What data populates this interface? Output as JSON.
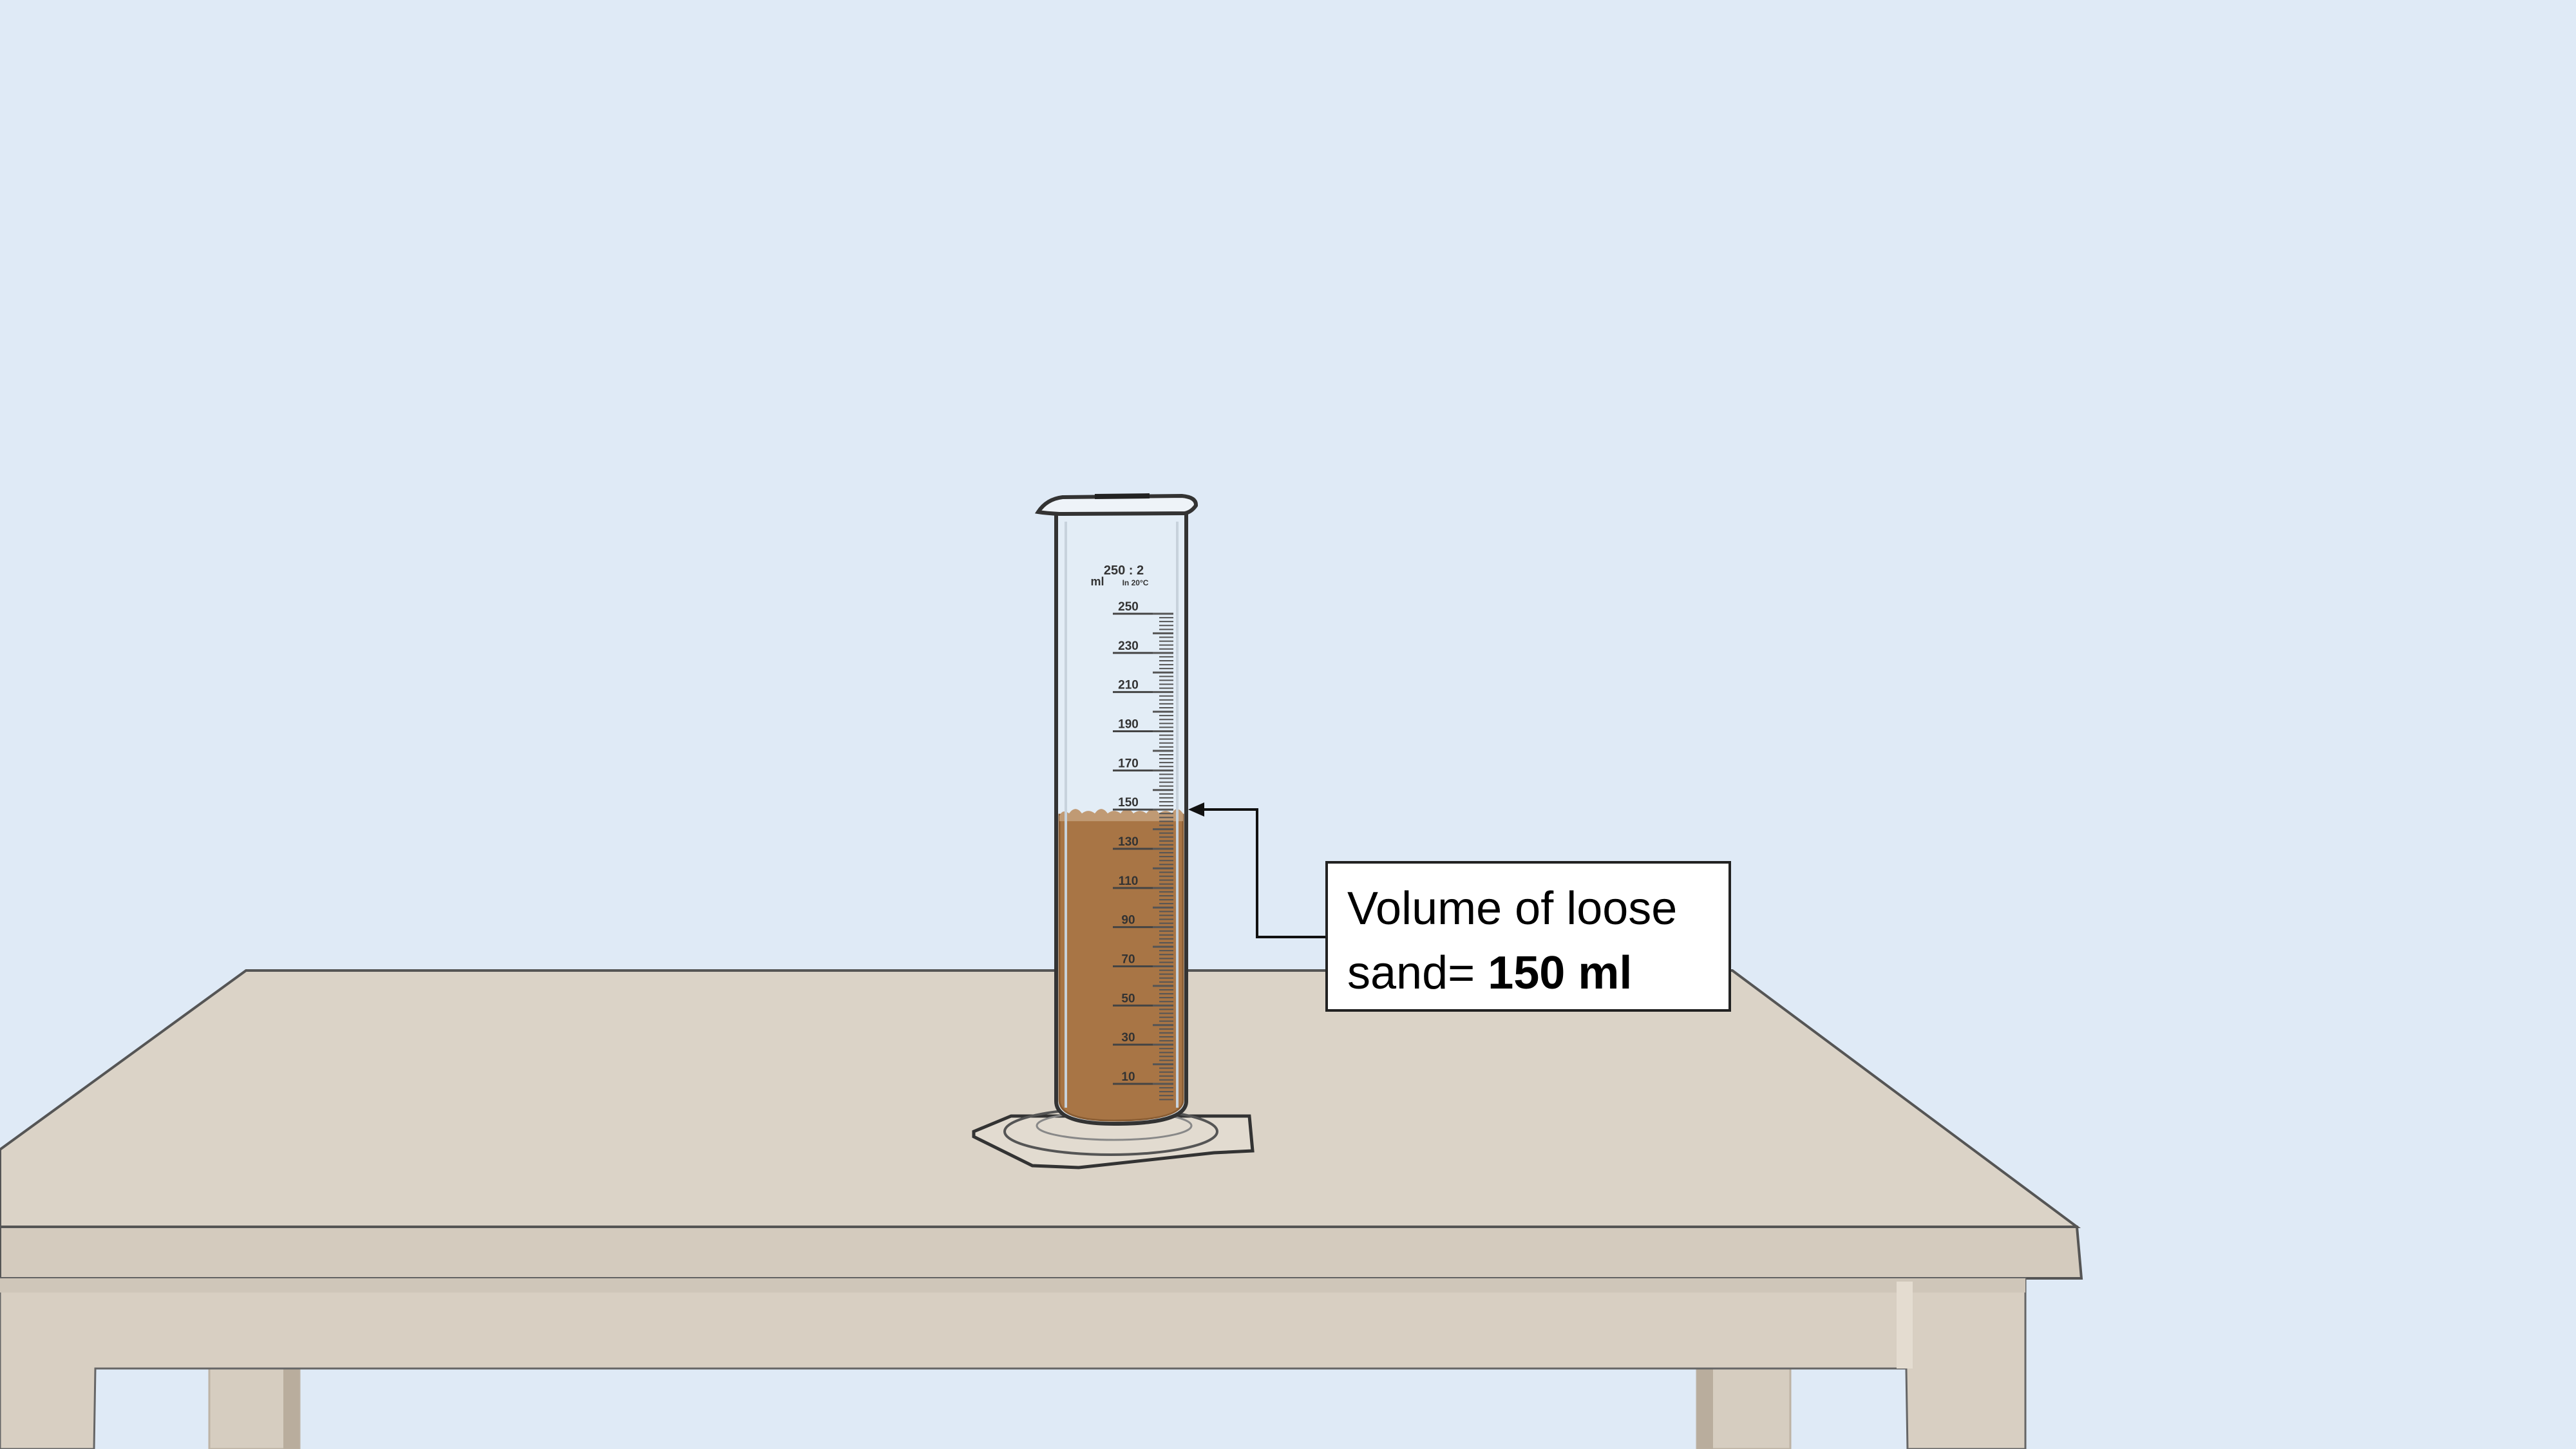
{
  "callout": {
    "line1": "Volume of loose",
    "line2_prefix": "sand= ",
    "line2_value": "150 ml"
  },
  "cylinder": {
    "capacity_label": "250 : 2",
    "unit_label": "ml",
    "temp_label": "In 20°C",
    "scale_labels": [
      "250",
      "230",
      "210",
      "190",
      "170",
      "150",
      "130",
      "110",
      "90",
      "70",
      "50",
      "30",
      "10"
    ],
    "scale_values": [
      250,
      230,
      210,
      190,
      170,
      150,
      130,
      110,
      90,
      70,
      50,
      30,
      10
    ],
    "fill_level_ml": 150,
    "max_ml": 250
  },
  "colors": {
    "background": "#dfeaf6",
    "table_top": "#dbd3c7",
    "table_edge": "#cec5b8",
    "table_leg": "#d8cfc2",
    "sand": "#a87545",
    "glass_outline": "#333333"
  }
}
